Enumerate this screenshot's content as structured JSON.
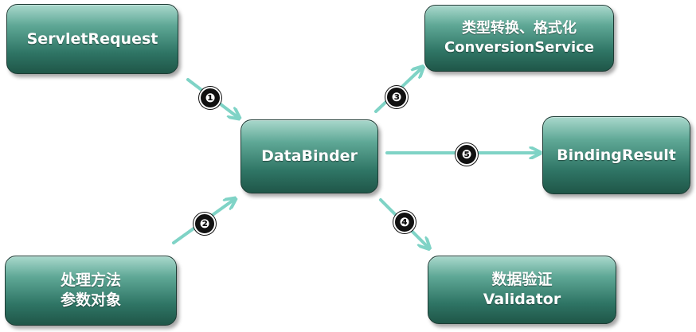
{
  "nodes": {
    "servlet_request": {
      "lines": [
        "ServletRequest"
      ]
    },
    "conversion_service": {
      "lines": [
        "类型转换、格式化",
        "ConversionService"
      ]
    },
    "data_binder": {
      "lines": [
        "DataBinder"
      ]
    },
    "binding_result": {
      "lines": [
        "BindingResult"
      ]
    },
    "method_params": {
      "lines": [
        "处理方法",
        "参数对象"
      ]
    },
    "validator": {
      "lines": [
        "数据验证",
        "Validator"
      ]
    }
  },
  "steps": {
    "s1": "❶",
    "s2": "❷",
    "s3": "❸",
    "s4": "❹",
    "s5": "❺"
  },
  "colors": {
    "node_fill_top": "#a9d8cc",
    "node_fill_bottom": "#1f5648",
    "arrow": "#7fd3c6",
    "badge": "#111111"
  }
}
